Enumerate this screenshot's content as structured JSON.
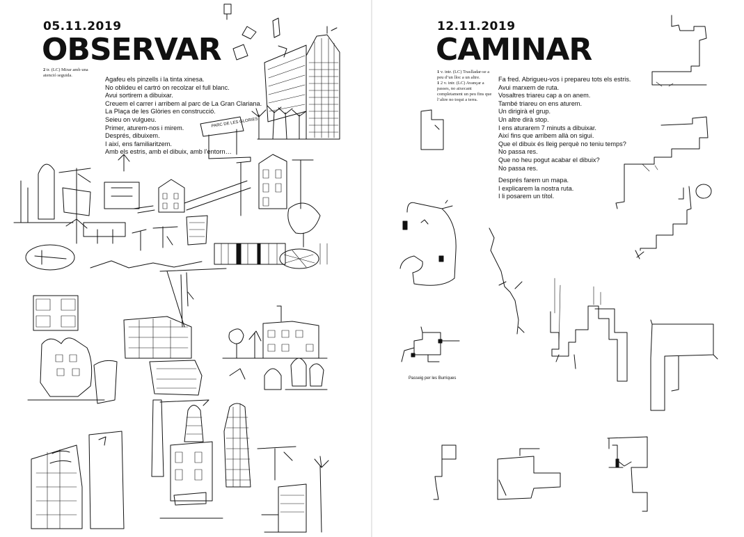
{
  "left": {
    "date": "05.11.2019",
    "title": "OBSERVAR",
    "definition_bold": "2",
    "definition": " tr. (LC) Mirar amb una atenció seguida.",
    "poem": [
      "Agafeu els pinzells i la tinta xinesa.",
      "No oblideu el cartró on recolzar el full blanc.",
      "Avui sortirem a dibuixar.",
      "Creuem el carrer i arribem al parc de La Gran Clariana.",
      "La Plaça de les Glòries en construcció.",
      "Seieu on vulgueu.",
      "Primer, aturem-nos i mirem.",
      "Després, dibuixem.",
      "I així, ens familiaritzem.",
      "Amb els estris, amb el dibuix, amb l’entorn…"
    ],
    "sign_text": "PARC DE LES GLORIES"
  },
  "right": {
    "date": "12.11.2019",
    "title": "CAMINAR",
    "definition1_bold": "1",
    "definition1": " v. intr. (LC) Traslladar-se a peu d’un lloc a un altre.",
    "definition2_bold": "1",
    "definition2": " 2 v. intr. (LC) Avançar a passes, no aixecant completament un peu fins que l’altre no toqui a terra.",
    "poem": [
      "Fa fred. Abrigueu-vos i prepareu tots els estris.",
      "Avui marxem de ruta.",
      "Vosaltres triareu cap a on anem.",
      "També triareu on ens aturem.",
      "Un dirigirà el grup.",
      "Un altre dirà stop.",
      "I ens aturarem 7 minuts a dibuixar.",
      "Així fins que arribem allà on sigui.",
      "Que el dibuix és lleig perquè no teniu temps?",
      "No passa res.",
      "Que no heu pogut acabar el dibuix?",
      "No passa res."
    ],
    "poem2": [
      "Després farem un mapa.",
      "I explicarem la nostra ruta.",
      "I li posarem un títol."
    ],
    "map_caption": "Passeig per les Burriques"
  }
}
